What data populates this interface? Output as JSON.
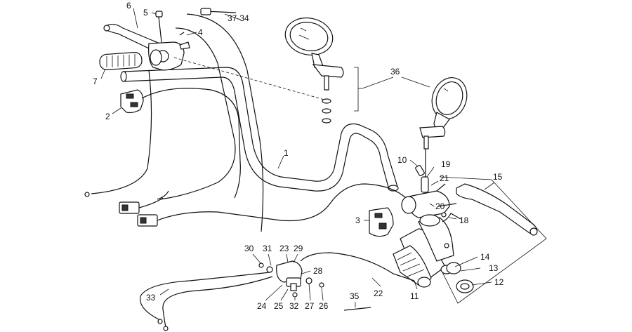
{
  "callouts": [
    {
      "id": "c1",
      "label": "1"
    },
    {
      "id": "c2",
      "label": "2"
    },
    {
      "id": "c3",
      "label": "3"
    },
    {
      "id": "c4",
      "label": "4"
    },
    {
      "id": "c5",
      "label": "5"
    },
    {
      "id": "c6",
      "label": "6"
    },
    {
      "id": "c7",
      "label": "7"
    },
    {
      "id": "c10",
      "label": "10"
    },
    {
      "id": "c11",
      "label": "11"
    },
    {
      "id": "c12",
      "label": "12"
    },
    {
      "id": "c13",
      "label": "13"
    },
    {
      "id": "c14",
      "label": "14"
    },
    {
      "id": "c15",
      "label": "15"
    },
    {
      "id": "c18",
      "label": "18"
    },
    {
      "id": "c19",
      "label": "19"
    },
    {
      "id": "c20",
      "label": "20"
    },
    {
      "id": "c21",
      "label": "21"
    },
    {
      "id": "c22",
      "label": "22"
    },
    {
      "id": "c23",
      "label": "23"
    },
    {
      "id": "c24",
      "label": "24"
    },
    {
      "id": "c25",
      "label": "25"
    },
    {
      "id": "c26",
      "label": "26"
    },
    {
      "id": "c27",
      "label": "27"
    },
    {
      "id": "c28",
      "label": "28"
    },
    {
      "id": "c29",
      "label": "29"
    },
    {
      "id": "c30",
      "label": "30"
    },
    {
      "id": "c31",
      "label": "31"
    },
    {
      "id": "c32",
      "label": "32"
    },
    {
      "id": "c33",
      "label": "33"
    },
    {
      "id": "c35",
      "label": "35"
    },
    {
      "id": "c36",
      "label": "36"
    },
    {
      "id": "c37-34",
      "label": "37-34"
    }
  ]
}
